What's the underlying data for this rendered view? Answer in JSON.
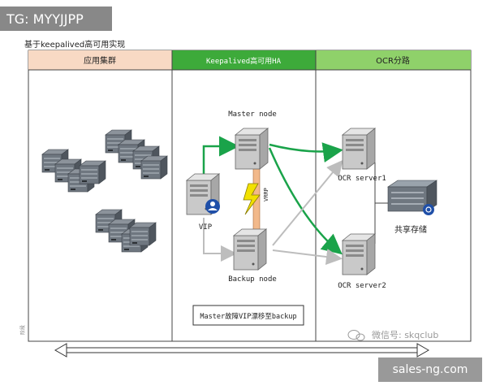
{
  "watermark_top": "TG: MYYJJPP",
  "watermark_bottom": "sales-ng.com",
  "title": "基于keepalived高可用实现",
  "columns": [
    {
      "label": "应用集群",
      "color": "#f8d9c4"
    },
    {
      "label": "Keepalived高可用HA",
      "color": "#3daa3a"
    },
    {
      "label": "OCR分路",
      "color": "#8fd16a"
    }
  ],
  "nodes": {
    "master": "Master node",
    "backup": "Backup node",
    "vip": "VIP",
    "vrrp": "VRRP",
    "ocr1": "OCR server1",
    "ocr2": "OCR server2",
    "storage": "共享存储"
  },
  "note": "Master故障VIP漂移至backup",
  "wechat": "微信号: skqclub",
  "side_label": "阶段",
  "colors": {
    "green_arrow": "#1aa34a",
    "gray_arrow": "#bdbdbd",
    "border": "#444444"
  }
}
